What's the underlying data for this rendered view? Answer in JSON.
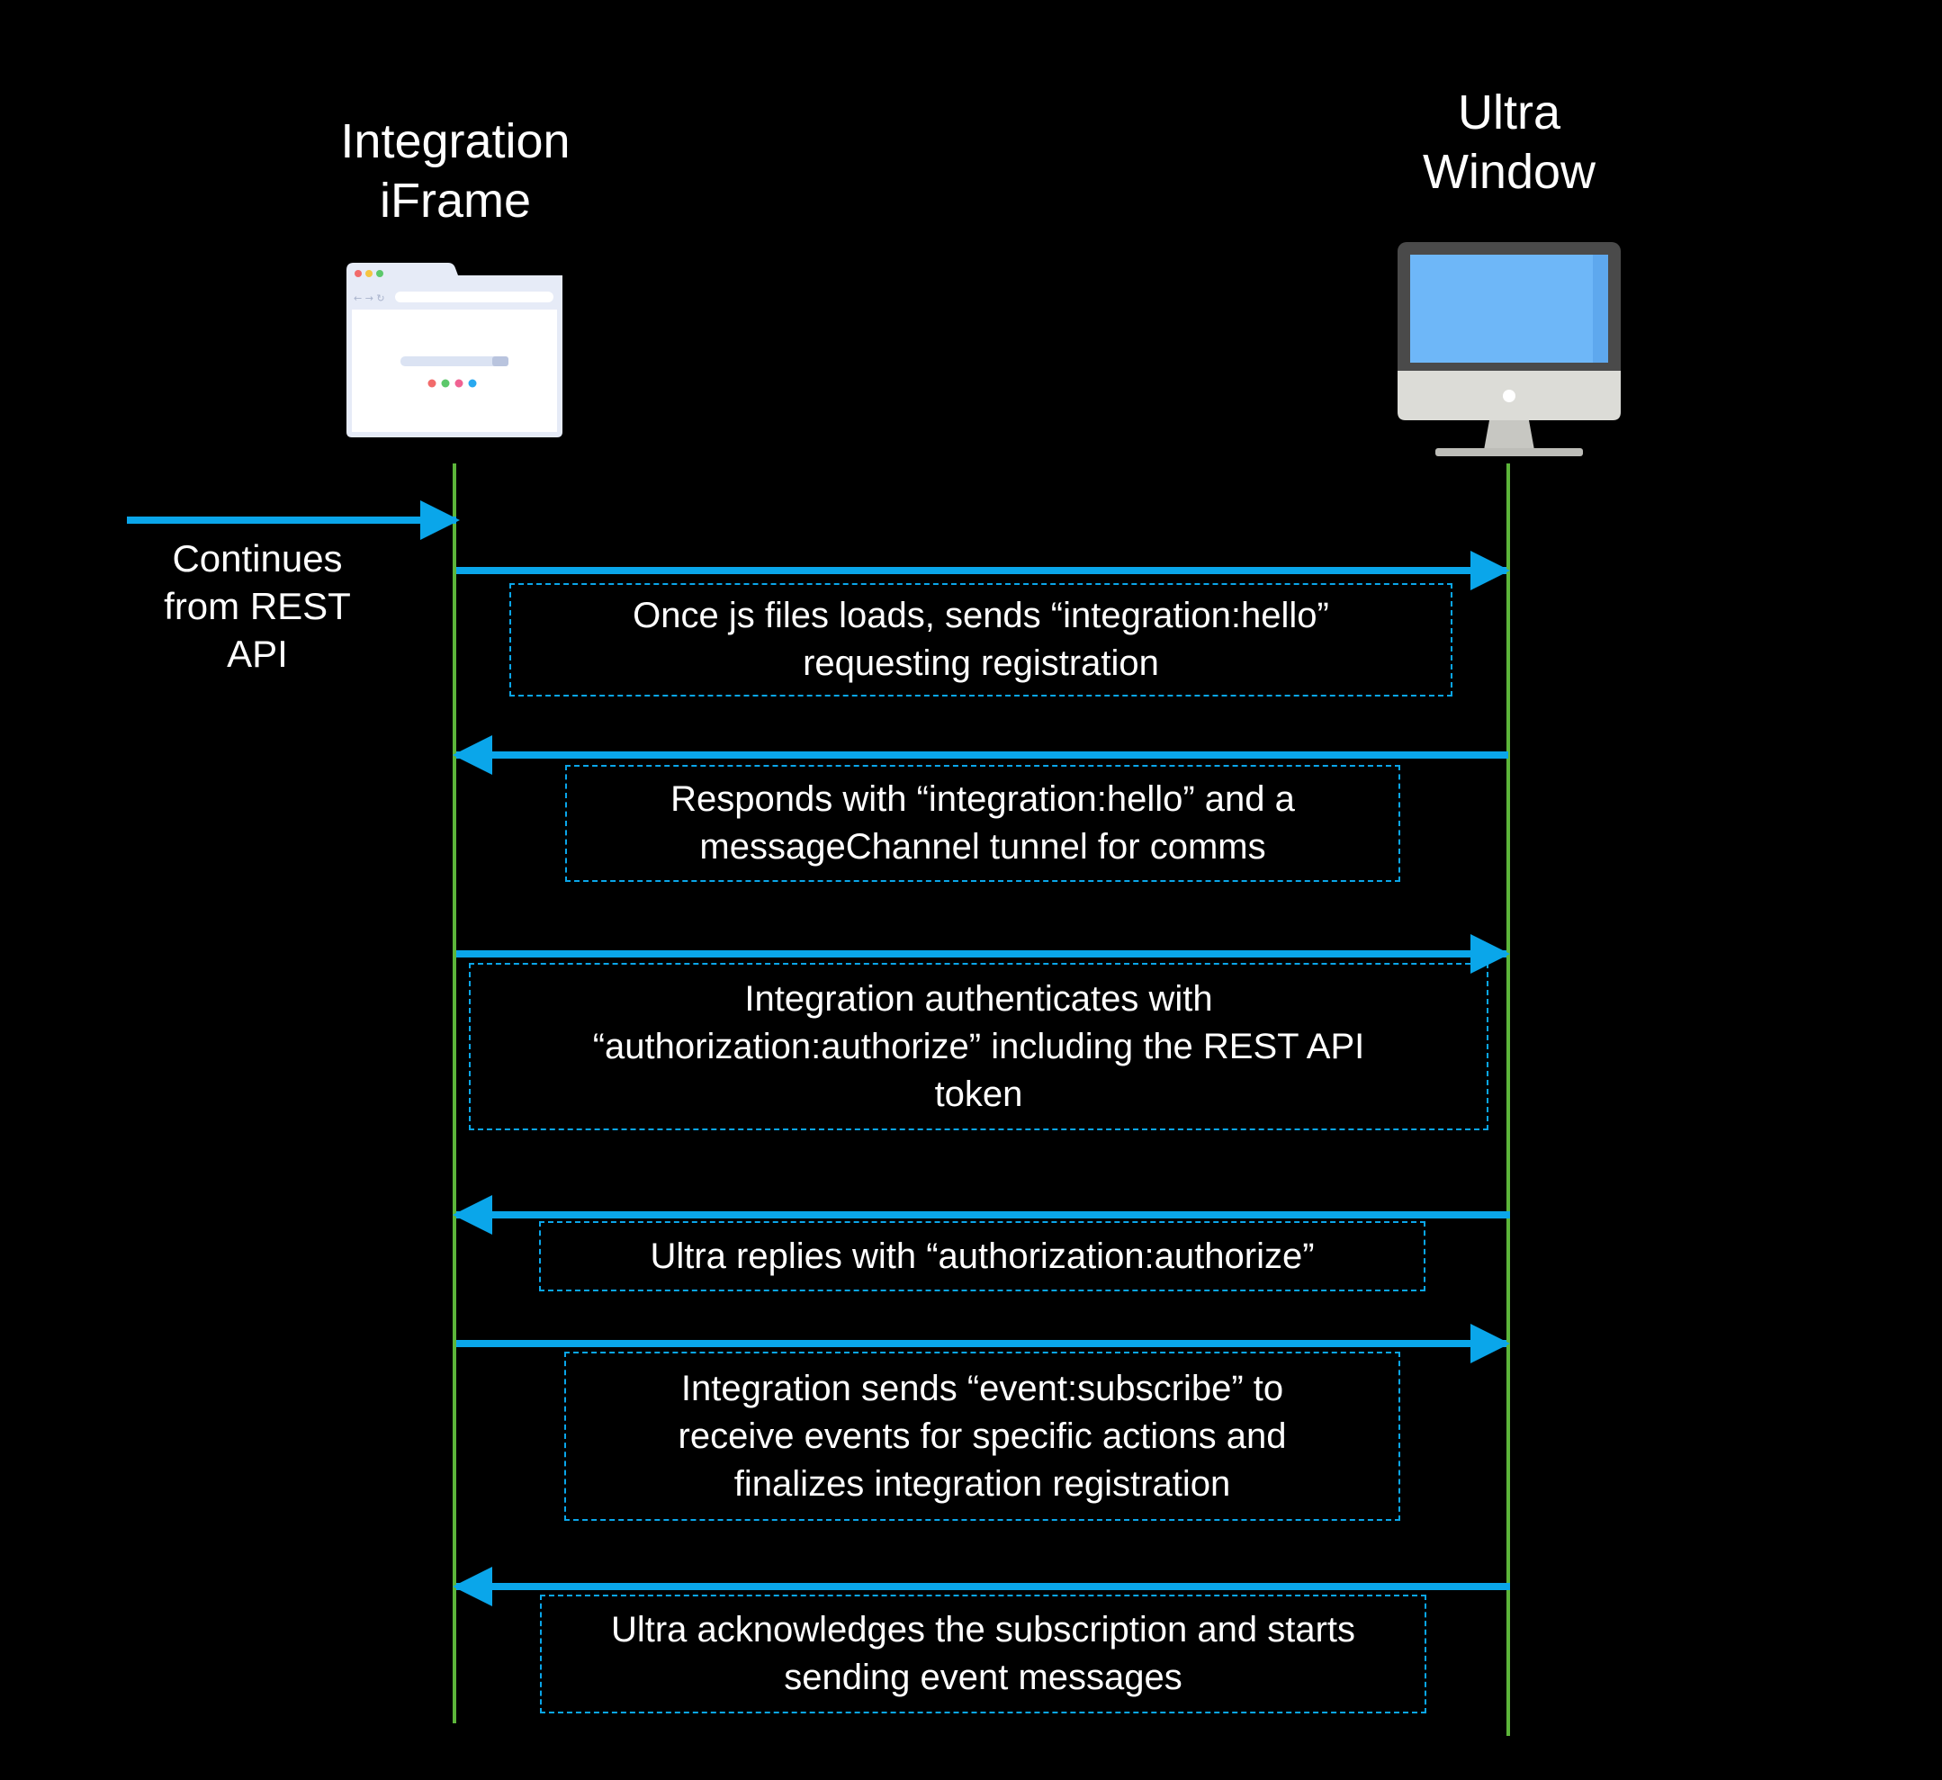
{
  "actors": {
    "left": {
      "title": "Integration\niFrame",
      "icon": "browser-window-icon"
    },
    "right": {
      "title": "Ultra\nWindow",
      "icon": "desktop-monitor-icon"
    }
  },
  "start_label": "Continues\nfrom REST\nAPI",
  "messages": [
    {
      "direction": "right",
      "text": "Once js files loads, sends “integration:hello”\nrequesting registration"
    },
    {
      "direction": "left",
      "text": "Responds with “integration:hello” and a\nmessageChannel tunnel for comms"
    },
    {
      "direction": "right",
      "text": "Integration authenticates with\n“authorization:authorize” including the REST API\ntoken"
    },
    {
      "direction": "left",
      "text": "Ultra replies with “authorization:authorize”"
    },
    {
      "direction": "right",
      "text": "Integration sends “event:subscribe” to\nreceive events for specific actions and\nfinalizes integration registration"
    },
    {
      "direction": "left",
      "text": "Ultra acknowledges the subscription and starts\nsending event messages"
    }
  ],
  "colors": {
    "background": "#000000",
    "arrow": "#0aa6ea",
    "lifeline": "#5cb53a",
    "text": "#ffffff"
  }
}
